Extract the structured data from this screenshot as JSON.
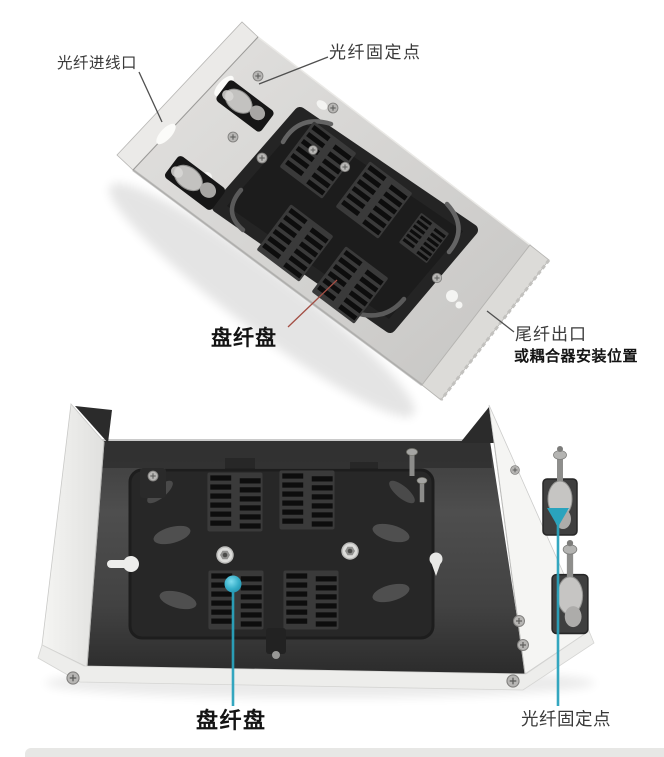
{
  "figure_top": {
    "annotations": [
      {
        "id": "fiber-entry-port",
        "text": "光纤进线口",
        "style": "normal"
      },
      {
        "id": "fiber-fix-point",
        "text": "光纤固定点",
        "style": "normal"
      },
      {
        "id": "fiber-coil-tray",
        "text": "盘纤盘",
        "style": "bold"
      },
      {
        "id": "pigtail-outlet",
        "text": "尾纤出口",
        "style": "normal"
      },
      {
        "id": "coupler-install-position",
        "text": "或耦合器安装位置",
        "style": "bold"
      }
    ]
  },
  "figure_bottom": {
    "annotations": [
      {
        "id": "fiber-coil-tray",
        "text": "盘纤盘",
        "style": "bold"
      },
      {
        "id": "fiber-fix-point",
        "text": "光纤固定点",
        "style": "normal"
      }
    ]
  },
  "colors": {
    "callout_teal": "#2aa3bd",
    "leader_red": "#a34e44",
    "leader_dark": "#4f4f4f",
    "bottom_band": "#e7e7e5"
  }
}
